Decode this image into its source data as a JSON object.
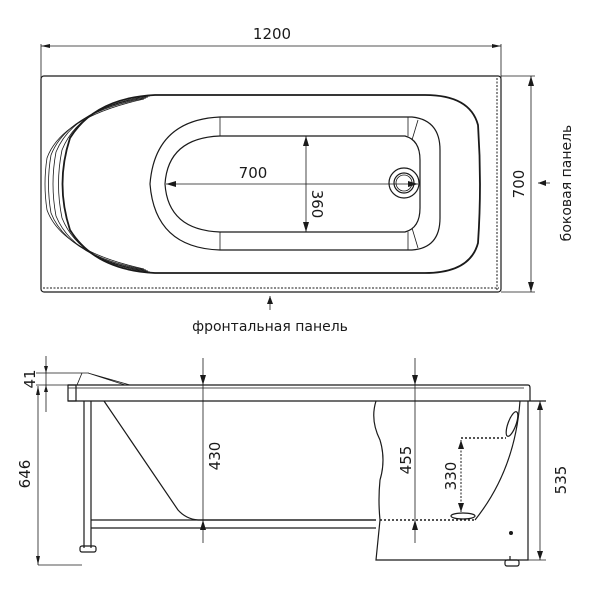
{
  "top_view": {
    "overall_length": "1200",
    "overall_width": "700",
    "inner_length": "700",
    "inner_width": "360",
    "front_panel_label": "фронтальная панель",
    "side_panel_label": "боковая панель"
  },
  "side_view": {
    "headrest_height": "41",
    "total_height": "646",
    "depth_at_head": "430",
    "depth_at_drain": "455",
    "overflow_height": "330",
    "panel_height": "535"
  },
  "colors": {
    "line": "#1a1a1a",
    "background": "#ffffff"
  }
}
